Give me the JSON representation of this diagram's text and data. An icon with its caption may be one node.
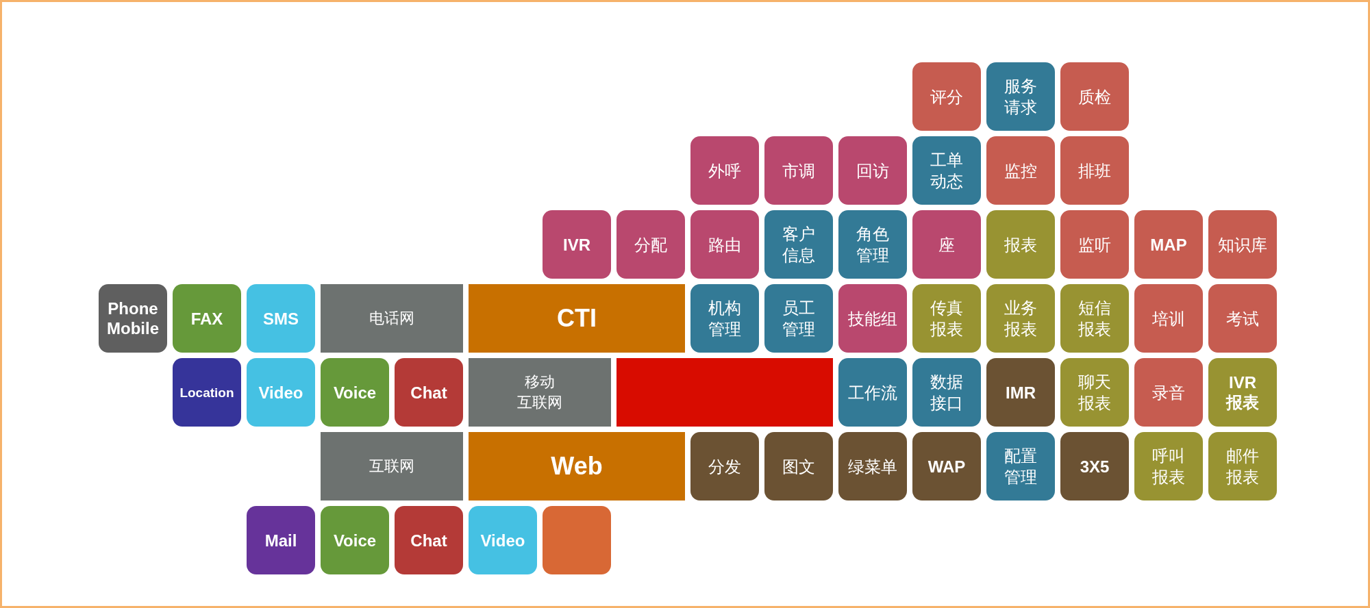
{
  "diagram": {
    "nodes": [
      {
        "text": [
          "评分"
        ]
      },
      {
        "text": [
          "服务请求"
        ]
      },
      {
        "text": [
          "质检"
        ]
      },
      {
        "text": [
          "外呼"
        ]
      },
      {
        "text": [
          "市调"
        ]
      },
      {
        "text": [
          "回访"
        ]
      },
      {
        "text": [
          "工单动态"
        ]
      },
      {
        "text": [
          "监控"
        ]
      },
      {
        "text": [
          "排班"
        ]
      },
      {
        "text": [
          "IVR"
        ]
      },
      {
        "text": [
          "分配"
        ]
      },
      {
        "text": [
          "路由"
        ]
      },
      {
        "text": [
          "客户信息"
        ]
      },
      {
        "text": [
          "角色管理"
        ]
      },
      {
        "text": [
          "座"
        ]
      },
      {
        "text": [
          "报表"
        ]
      },
      {
        "text": [
          "监听"
        ]
      },
      {
        "text": [
          "MAP"
        ]
      },
      {
        "text": [
          "知识库"
        ]
      },
      {
        "text": [
          "Phone Mobile"
        ]
      },
      {
        "text": [
          "FAX"
        ]
      },
      {
        "text": [
          "SMS"
        ]
      },
      {
        "text": [
          "电话网"
        ]
      },
      {
        "text": [
          "CTI"
        ]
      },
      {
        "text": [
          "机构管理"
        ]
      },
      {
        "text": [
          "员工管理"
        ]
      },
      {
        "text": [
          "技能组"
        ]
      },
      {
        "text": [
          "传真报表"
        ]
      },
      {
        "text": [
          "业务报表"
        ]
      },
      {
        "text": [
          "短信报表"
        ]
      },
      {
        "text": [
          "培训"
        ]
      },
      {
        "text": [
          "考试"
        ]
      },
      {
        "text": [
          "Location"
        ]
      },
      {
        "text": [
          "Video"
        ]
      },
      {
        "text": [
          "Voice"
        ]
      },
      {
        "text": [
          "Chat"
        ]
      },
      {
        "text": [
          "移动互联网"
        ]
      },
      {
        "text": [],
        "shape": "box"
      },
      {
        "text": [
          "工作流"
        ]
      },
      {
        "text": [
          "数据接口"
        ]
      },
      {
        "text": [
          "IMR"
        ]
      },
      {
        "text": [
          "聊天报表"
        ]
      },
      {
        "text": [
          "录音"
        ]
      },
      {
        "text": [
          "IVR报表"
        ]
      },
      {
        "text": [
          "互联网"
        ]
      },
      {
        "text": [
          "Web"
        ]
      },
      {
        "text": [
          "分发"
        ]
      },
      {
        "text": [
          "图文"
        ]
      },
      {
        "text": [
          "绿菜单"
        ]
      },
      {
        "text": [
          "WAP"
        ]
      },
      {
        "text": [
          "配置管理"
        ]
      },
      {
        "text": [
          "3X5"
        ]
      },
      {
        "text": [
          "呼叫报表"
        ]
      },
      {
        "text": [
          "邮件报表"
        ]
      },
      {
        "text": [
          "Mail"
        ]
      },
      {
        "text": [
          "Voice"
        ]
      },
      {
        "text": [
          "Chat"
        ]
      },
      {
        "text": [
          "Video"
        ]
      },
      {
        "text": [],
        "shape": "box"
      }
    ]
  }
}
